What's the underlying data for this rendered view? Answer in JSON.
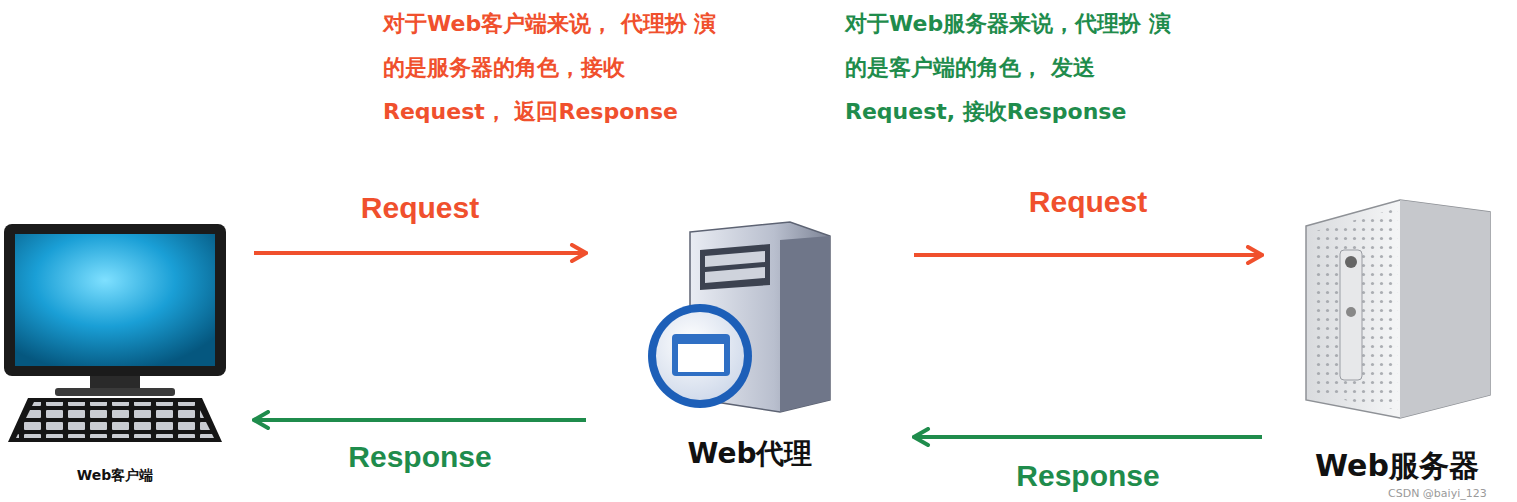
{
  "diagram": {
    "nodes": [
      {
        "text": [
          "Web客户端"
        ]
      },
      {
        "text": [
          "Web代理"
        ]
      },
      {
        "text": [
          "Web服务器"
        ]
      }
    ],
    "edges": [
      {
        "from": 0,
        "to": 1,
        "label": "Request",
        "arrow": "to"
      },
      {
        "from": 1,
        "to": 0,
        "label": "Response",
        "arrow": "to"
      },
      {
        "from": 1,
        "to": 2,
        "label": "Request",
        "arrow": "to"
      },
      {
        "from": 2,
        "to": 1,
        "label": "Response",
        "arrow": "to"
      }
    ],
    "labels": [
      "对于Web客户端来说， 代理扮 演的是服务器的角色，接收 Request， 返回Response",
      "对于Web服务器来说，代理扮 演的是客户端的角色， 发送 Request, 接收Response",
      "CSDN @baiyi_123"
    ]
  }
}
